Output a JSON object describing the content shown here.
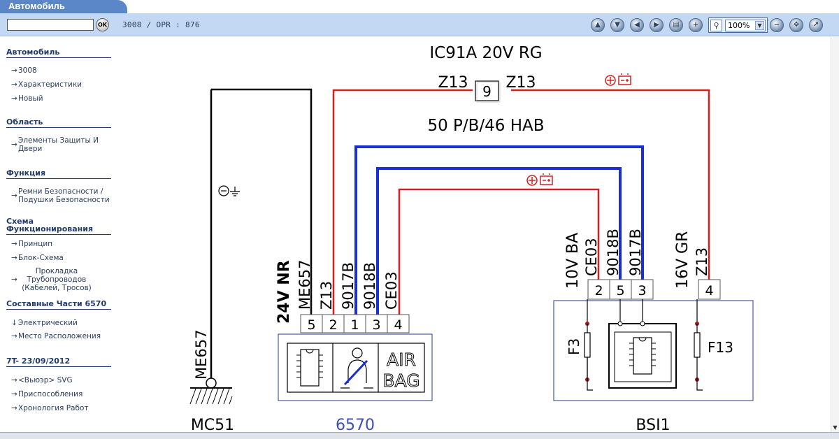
{
  "tab": {
    "title": "Автомобиль"
  },
  "toolbar": {
    "search_value": "",
    "ok_label": "OK",
    "breadcrumb": "3008 / OPR : 876",
    "zoom_value": "100%"
  },
  "sidebar": {
    "sections": [
      {
        "title": "Автомобиль",
        "items": [
          "3008",
          "Характеристики",
          "Новый"
        ]
      },
      {
        "title": "Область",
        "items": [
          "Элементы Защиты И Двери"
        ]
      },
      {
        "title": "Функция",
        "items": [
          "Ремни Безопасности / Подушки Безопасности"
        ]
      },
      {
        "title": "Схема Функционирования",
        "items": [
          "Принцип",
          "Блок-Схема",
          "Прокладка Трубопроводов (Кабелей, Тросов)"
        ]
      },
      {
        "title": "Составные Части 6570",
        "items": [
          "Электрический",
          "Место Расположения"
        ]
      },
      {
        "title": "7T- 23/09/2012",
        "items": [
          "<Вьюэр> SVG",
          "Приспособления",
          "Хронология Работ"
        ]
      }
    ]
  },
  "diagram": {
    "harness_top": "IC91A  20V  RG",
    "connector_9": {
      "left": "Z13",
      "num": "9",
      "right": "Z13"
    },
    "harness_mid": "50 P/B/46 HAB",
    "ground_symbol": "⊖ ⏚",
    "plus_battery": "⊕",
    "left_component": {
      "name": "MC51",
      "wire": "ME657"
    },
    "airbag_unit": {
      "name": "6570",
      "connector": "24V  NR",
      "pins": [
        "5",
        "2",
        "1",
        "3",
        "4"
      ],
      "wires": [
        "ME657",
        "Z13",
        "9017B",
        "9018B",
        "CE03"
      ],
      "airbag_text_1": "AIR",
      "airbag_text_2": "BAG"
    },
    "bsi": {
      "name": "BSI1",
      "connector_a": "10V  BA",
      "wires_a": [
        "CE03",
        "9018B",
        "9017B"
      ],
      "pins_a": [
        "2",
        "5",
        "3"
      ],
      "connector_b": "16V  GR",
      "wire_b": "Z13",
      "pin_b": "4",
      "fuse_1": "F3",
      "fuse_2": "F13"
    },
    "colors": {
      "red": "#d22020",
      "blue": "#1a2fd6",
      "black": "#000000",
      "label_blue": "#3b4fb8"
    }
  }
}
